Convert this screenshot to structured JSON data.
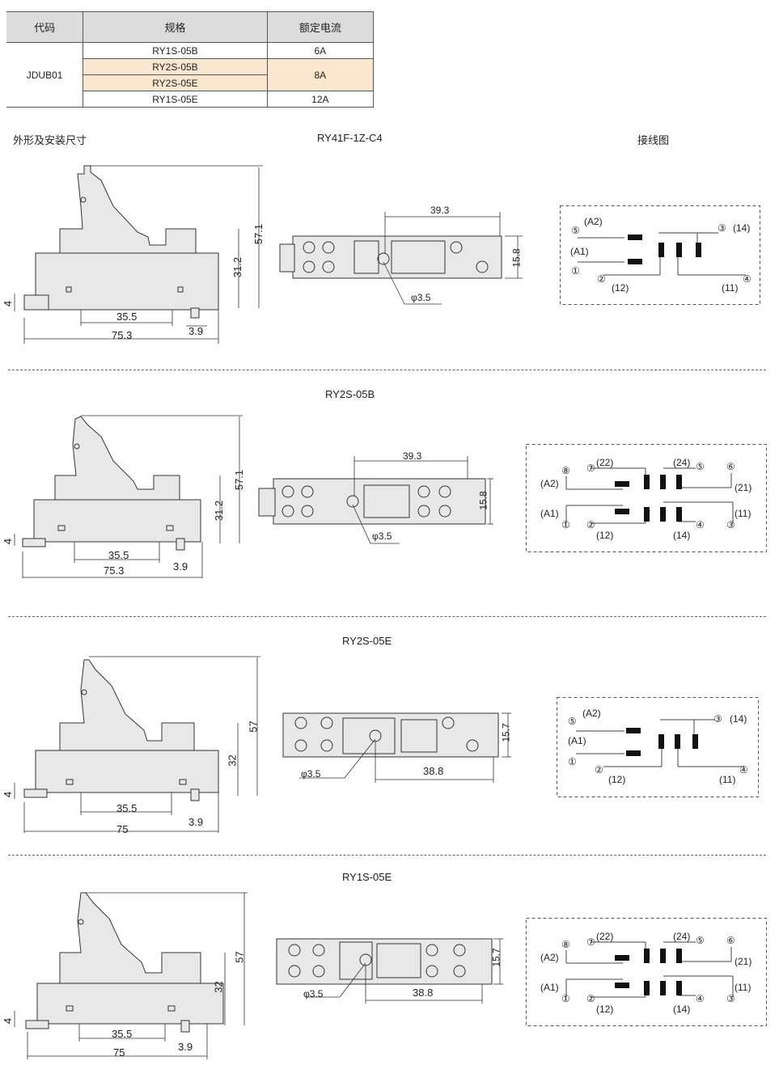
{
  "spec_table": {
    "headers": [
      "代码",
      "规格",
      "额定电流"
    ],
    "code": "JDUB01",
    "rows": [
      {
        "model": "RY1S-05B",
        "current": "6A"
      },
      {
        "model": "RY2S-05B",
        "current": "8A"
      },
      {
        "model": "RY2S-05E",
        "current": "8A"
      },
      {
        "model": "RY1S-05E",
        "current": "12A"
      }
    ],
    "highlight_color": "#fbe7cf"
  },
  "section_headings": {
    "outline": "外形及安装尺寸",
    "wiring": "接线图"
  },
  "sections": [
    {
      "model": "RY41F-1Z-C4",
      "side_dims": {
        "height_total": "57.1",
        "height_body": "31.2",
        "base": "4",
        "pitch": "35.5",
        "width": "75.3",
        "hole": "3.9"
      },
      "top_dims": {
        "length": "39.3",
        "height": "15.8",
        "hole": "φ3.5"
      },
      "wiring": {
        "terminals": [
          "⑤",
          "①",
          "②",
          "③",
          "④"
        ],
        "labels": [
          "(A2)",
          "(A1)",
          "(12)",
          "(14)",
          "(11)"
        ]
      }
    },
    {
      "model": "RY2S-05B",
      "side_dims": {
        "height_total": "57.1",
        "height_body": "31.2",
        "base": "4",
        "pitch": "35.5",
        "width": "75.3",
        "hole": "3.9"
      },
      "top_dims": {
        "length": "39.3",
        "height": "15.8",
        "hole": "φ3.5"
      },
      "wiring": {
        "terminals": [
          "⑧",
          "⑦",
          "⑤",
          "⑥",
          "①",
          "②",
          "④",
          "③"
        ],
        "labels": [
          "(A2)",
          "(22)",
          "(24)",
          "(21)",
          "(A1)",
          "(12)",
          "(14)",
          "(11)"
        ]
      }
    },
    {
      "model": "RY2S-05E",
      "side_dims": {
        "height_total": "57",
        "height_body": "32",
        "base": "4",
        "pitch": "35.5",
        "width": "75",
        "hole": "3.9"
      },
      "top_dims": {
        "length": "38.8",
        "height": "15.7",
        "hole": "φ3.5"
      },
      "wiring": {
        "terminals": [
          "⑤",
          "①",
          "②",
          "③",
          "④"
        ],
        "labels": [
          "(A2)",
          "(A1)",
          "(12)",
          "(14)",
          "(11)"
        ]
      }
    },
    {
      "model": "RY1S-05E",
      "side_dims": {
        "height_total": "57",
        "height_body": "32",
        "base": "4",
        "pitch": "35.5",
        "width": "75",
        "hole": "3.9"
      },
      "top_dims": {
        "length": "38.8",
        "height": "15.7",
        "hole": "φ3.5"
      },
      "wiring": {
        "terminals": [
          "⑧",
          "⑦",
          "⑤",
          "⑥",
          "①",
          "②",
          "④",
          "③"
        ],
        "labels": [
          "(A2)",
          "(22)",
          "(24)",
          "(21)",
          "(A1)",
          "(12)",
          "(14)",
          "(11)"
        ]
      }
    }
  ]
}
